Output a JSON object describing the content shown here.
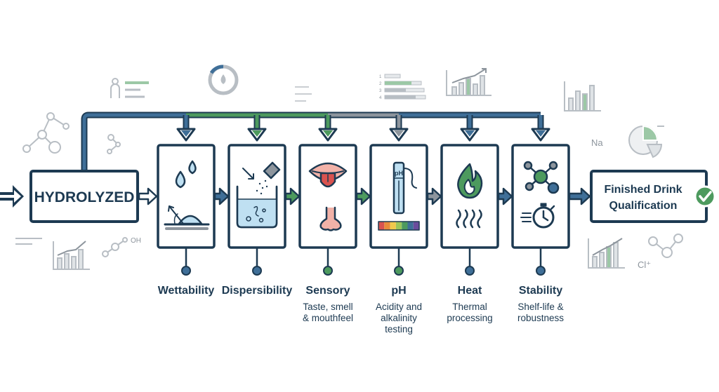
{
  "colors": {
    "navy": "#1d3a52",
    "blue": "#3f6f98",
    "green": "#4d9a5e",
    "gray": "#8d959d",
    "light_blue": "#bfe0f2",
    "light_gray": "#b8bec4",
    "red": "#d9534f",
    "pink": "#f2b2a8"
  },
  "input": {
    "label": "HYDROLYZED"
  },
  "output": {
    "label_line1": "Finished Drink",
    "label_line2": "Qualification",
    "icon": "check-icon"
  },
  "stages": [
    {
      "id": "wettability",
      "title": "Wettability",
      "desc": [],
      "icon": "water-droplet-contact-angle-icon",
      "feed_color": "blue",
      "node_color": "blue"
    },
    {
      "id": "dispersibility",
      "title": "Dispersibility",
      "desc": [],
      "icon": "powder-dispersing-beaker-icon",
      "feed_color": "green",
      "node_color": "blue"
    },
    {
      "id": "sensory",
      "title": "Sensory",
      "desc": [
        "Taste, smell",
        "& mouthfeel"
      ],
      "icon": "mouth-nose-icon",
      "feed_color": "green",
      "node_color": "green"
    },
    {
      "id": "ph",
      "title": "pH",
      "desc": [
        "Acidity and",
        "alkalinity",
        "testing"
      ],
      "icon": "ph-probe-icon",
      "probe_label": "pH",
      "feed_color": "gray",
      "node_color": "green"
    },
    {
      "id": "heat",
      "title": "Heat",
      "desc": [
        "Thermal",
        "processing"
      ],
      "icon": "flame-icon",
      "feed_color": "blue",
      "node_color": "blue"
    },
    {
      "id": "stability",
      "title": "Stability",
      "desc": [
        "Shelf-life &",
        "robustness"
      ],
      "icon": "molecule-stopwatch-icon",
      "feed_color": "blue",
      "node_color": "blue"
    }
  ],
  "decorations": {
    "na_label": "Na",
    "cl_label": "Cl⁺",
    "oh_label": "OH",
    "list_numbers": [
      "1",
      "2",
      "3",
      "4"
    ]
  }
}
